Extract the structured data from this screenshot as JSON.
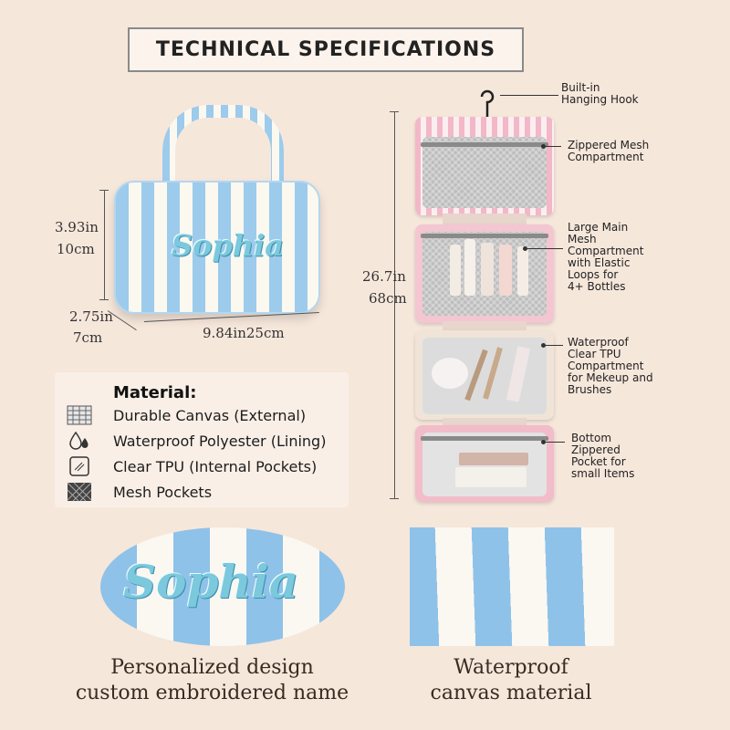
{
  "title": "TECHNICAL SPECIFICATIONS",
  "bag": {
    "name": "Sophia",
    "height_in": "3.93in",
    "height_cm": "10cm",
    "depth_in": "2.75in",
    "depth_cm": "7cm",
    "width": "9.84in25cm"
  },
  "organizer": {
    "length_in": "26.7in",
    "length_cm": "68cm",
    "features": [
      {
        "lines": [
          "Built-in",
          "Hanging Hook"
        ]
      },
      {
        "lines": [
          "Zippered Mesh",
          "Compartment"
        ]
      },
      {
        "lines": [
          "Large Main",
          "Mesh",
          "Compartment",
          "with Elastic",
          "Loops for",
          "4+ Bottles"
        ]
      },
      {
        "lines": [
          "Waterproof",
          "Clear TPU",
          "Compartment",
          "for Mekeup and",
          "Brushes"
        ]
      },
      {
        "lines": [
          "Bottom",
          "Zippered",
          "Pocket for",
          "small Items"
        ]
      }
    ]
  },
  "material": {
    "heading": "Material:",
    "items": [
      {
        "icon": "canvas-texture-icon",
        "text": "Durable Canvas (External)"
      },
      {
        "icon": "water-drops-icon",
        "text": "Waterproof Polyester (Lining)"
      },
      {
        "icon": "clear-tpu-icon",
        "text": "Clear TPU (Internal Pockets)"
      },
      {
        "icon": "mesh-icon",
        "text": "Mesh Pockets"
      }
    ]
  },
  "captions": {
    "left_line1": "Personalized design",
    "left_line2": "custom embroidered name",
    "right_line1": "Waterproof",
    "right_line2": "canvas material"
  },
  "colors": {
    "background": "#f6e7db",
    "stripe_blue": "#9ccbec",
    "stripe_cream": "#fbf8f0",
    "accent_pink": "#f2b8c7",
    "embroidery_blue": "#7cc8dc"
  }
}
